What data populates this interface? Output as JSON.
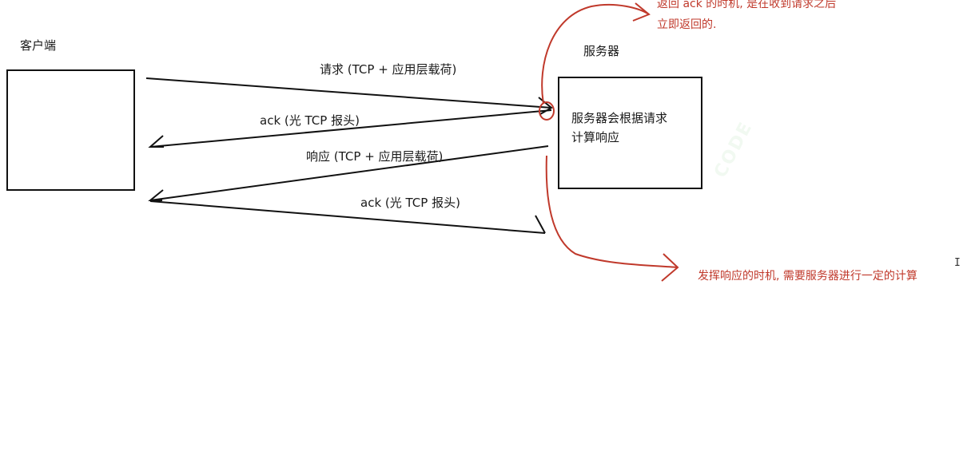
{
  "client": {
    "label": "客户端"
  },
  "server": {
    "label": "服务器",
    "description_line1": "服务器会根据请求",
    "description_line2": "计算响应"
  },
  "messages": [
    {
      "label": "请求 (TCP + 应用层载荷)"
    },
    {
      "label": "ack (光 TCP 报头)"
    },
    {
      "label": "响应 (TCP + 应用层载荷)"
    },
    {
      "label": "ack (光 TCP 报头)"
    }
  ],
  "annotations": {
    "ack_timing_line1": "返回 ack 的时机, 是在收到请求之后",
    "ack_timing_line2": "立即返回的.",
    "response_timing": "发挥响应的时机, 需要服务器进行一定的计算"
  },
  "colors": {
    "ink": "#111111",
    "annotation": "#c0392b"
  },
  "cursor_glyph": "I"
}
